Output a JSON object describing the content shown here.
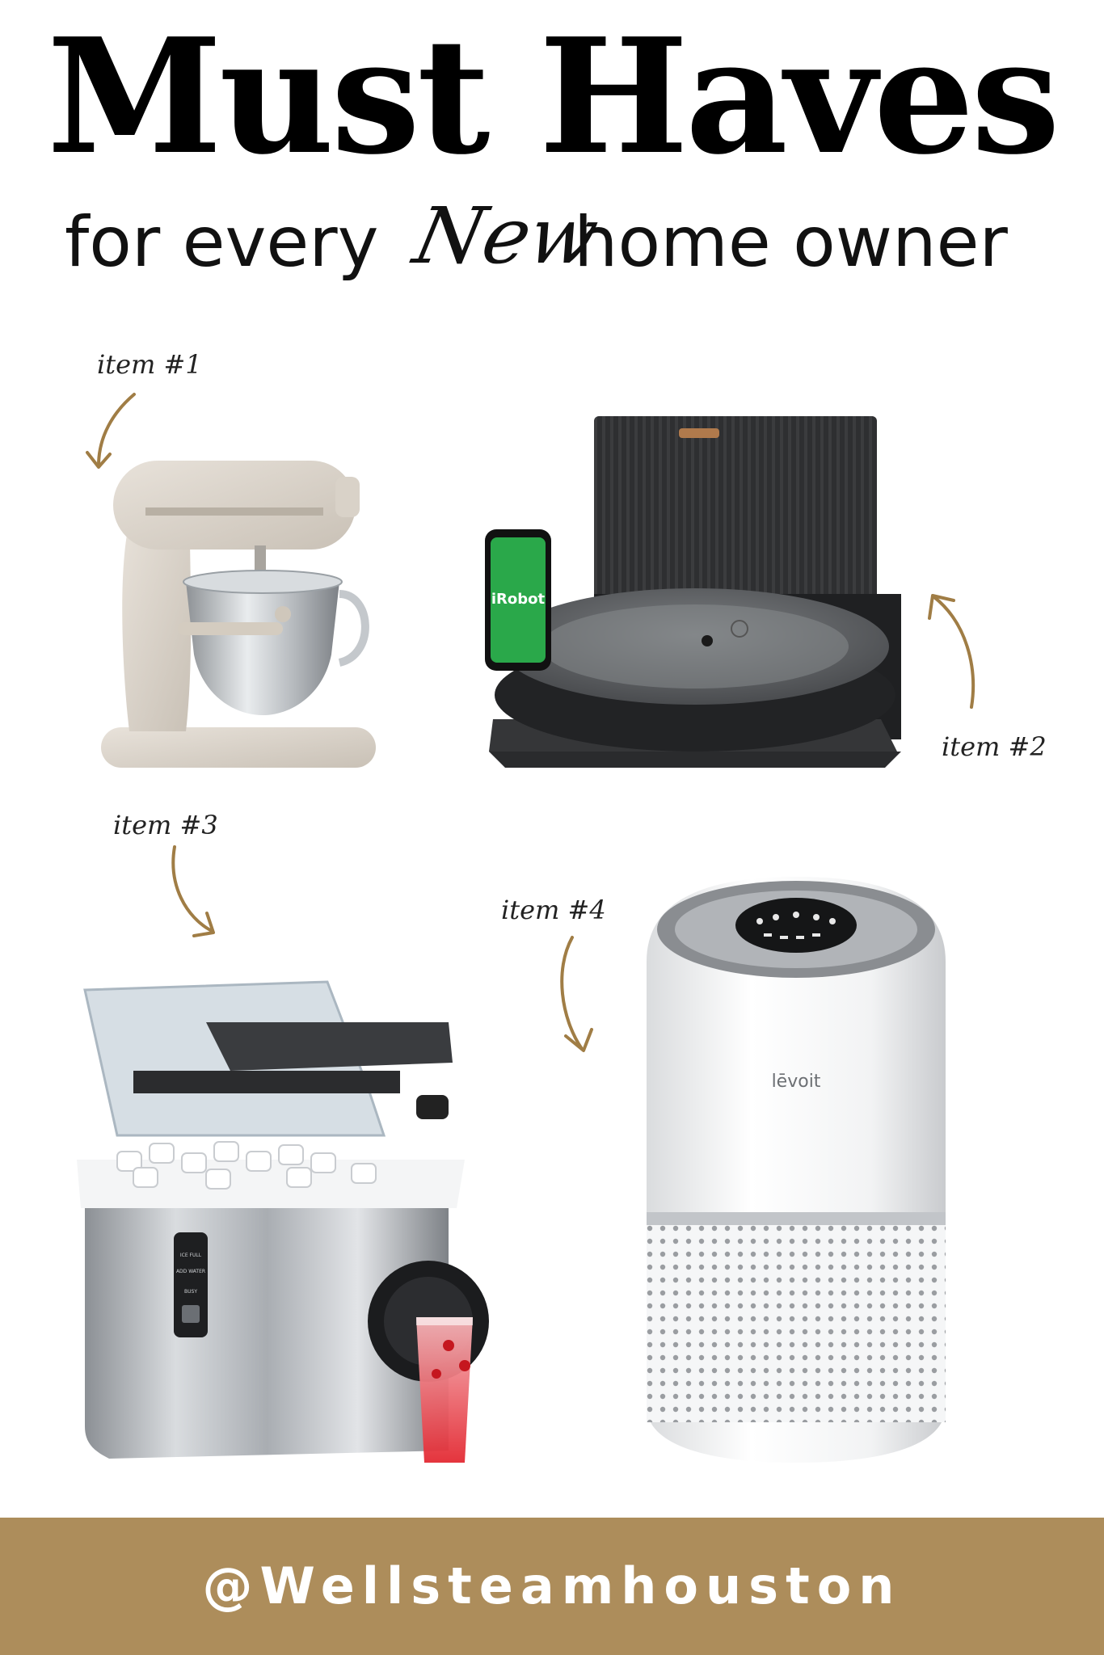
{
  "header": {
    "title": "Must Haves",
    "subtitle_left": "for every",
    "subtitle_script": "New",
    "subtitle_right": "home owner"
  },
  "items": [
    {
      "label": "item #1"
    },
    {
      "label": "item #2",
      "phone_brand": "iRobot"
    },
    {
      "label": "item #3",
      "panel_text_1": "ICE FULL",
      "panel_text_2": "ADD WATER",
      "panel_text_3": "BUSY"
    },
    {
      "label": "item #4",
      "brand": "lēvoit"
    }
  ],
  "footer": {
    "handle": "@Wellsteamhouston"
  },
  "colors": {
    "accent_gold": "#ad8d5b",
    "arrow_gold": "#a07d45",
    "text": "#111111"
  }
}
